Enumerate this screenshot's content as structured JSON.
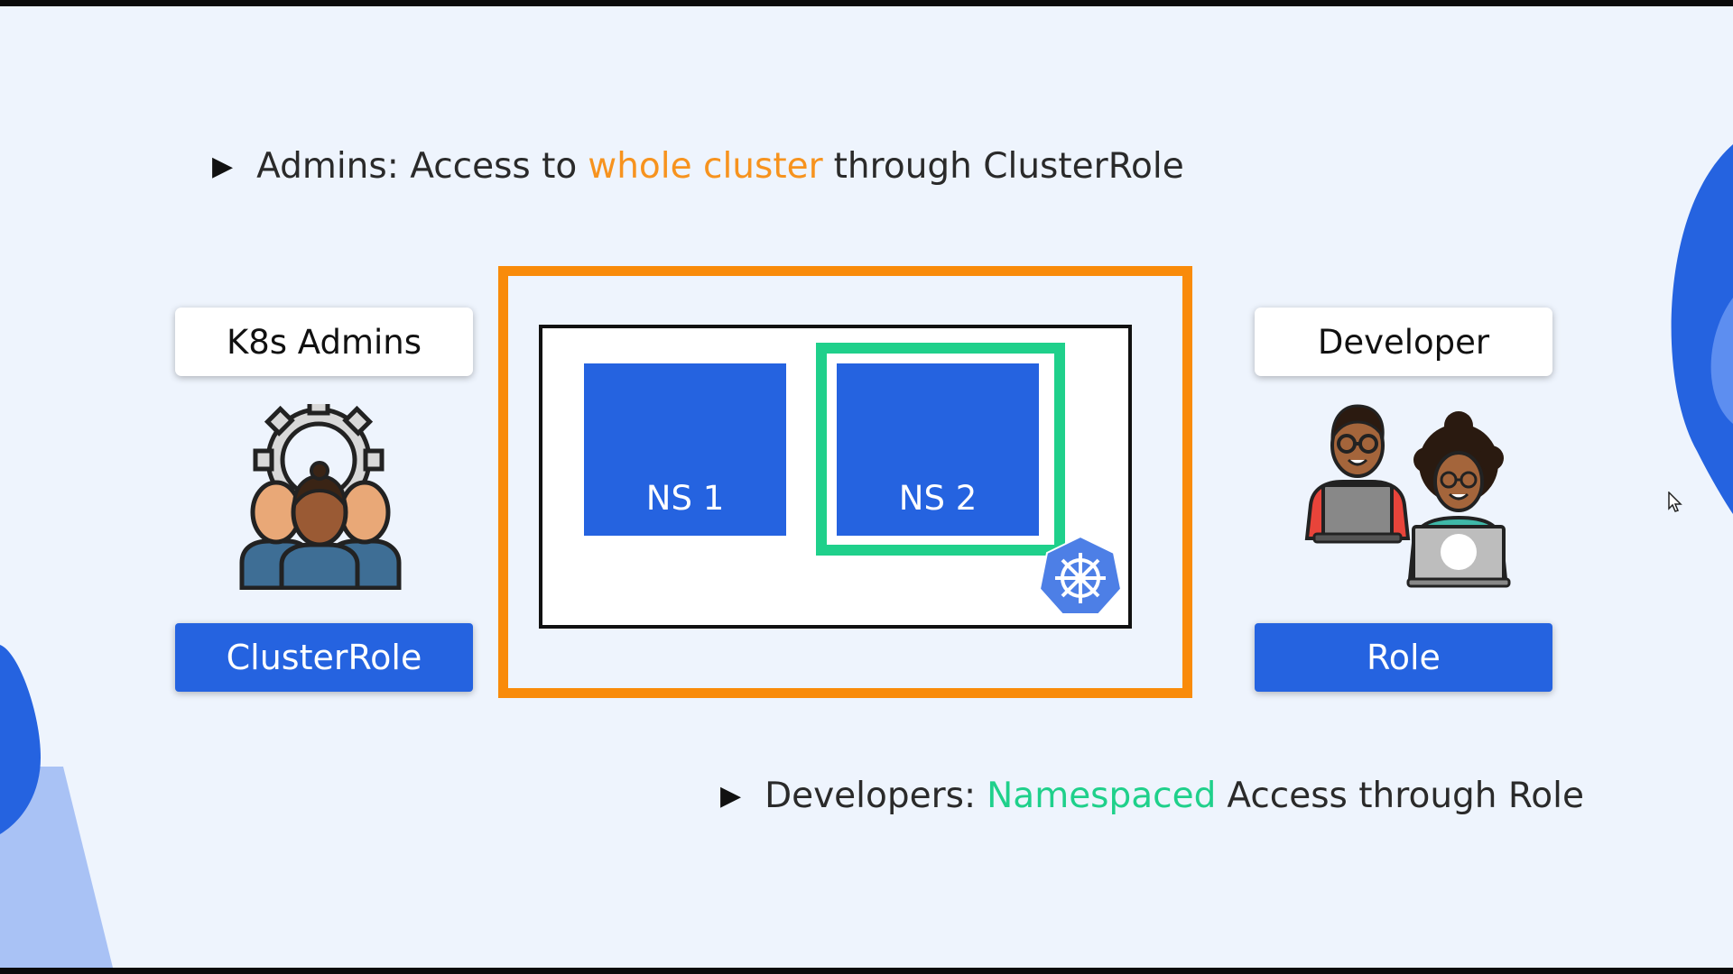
{
  "bullets": {
    "admins": {
      "pre": "Admins: Access to",
      "highlight": "whole cluster",
      "post": "through ClusterRole"
    },
    "developers": {
      "pre": "Developers:",
      "highlight": "Namespaced",
      "post": "Access through Role"
    }
  },
  "admins": {
    "label": "K8s Admins",
    "role": "ClusterRole",
    "icon": "admins-group-gear-icon"
  },
  "developer": {
    "label": "Developer",
    "role": "Role",
    "icon": "developers-laptops-icon"
  },
  "cluster": {
    "namespaces": [
      {
        "label": "NS 1"
      },
      {
        "label": "NS 2"
      }
    ],
    "icon": "kubernetes-helm-icon"
  },
  "colors": {
    "background": "#eef4fd",
    "accent_blue": "#2563e0",
    "cluster_orange": "#f98b0a",
    "namespace_green": "#1fd08b"
  }
}
